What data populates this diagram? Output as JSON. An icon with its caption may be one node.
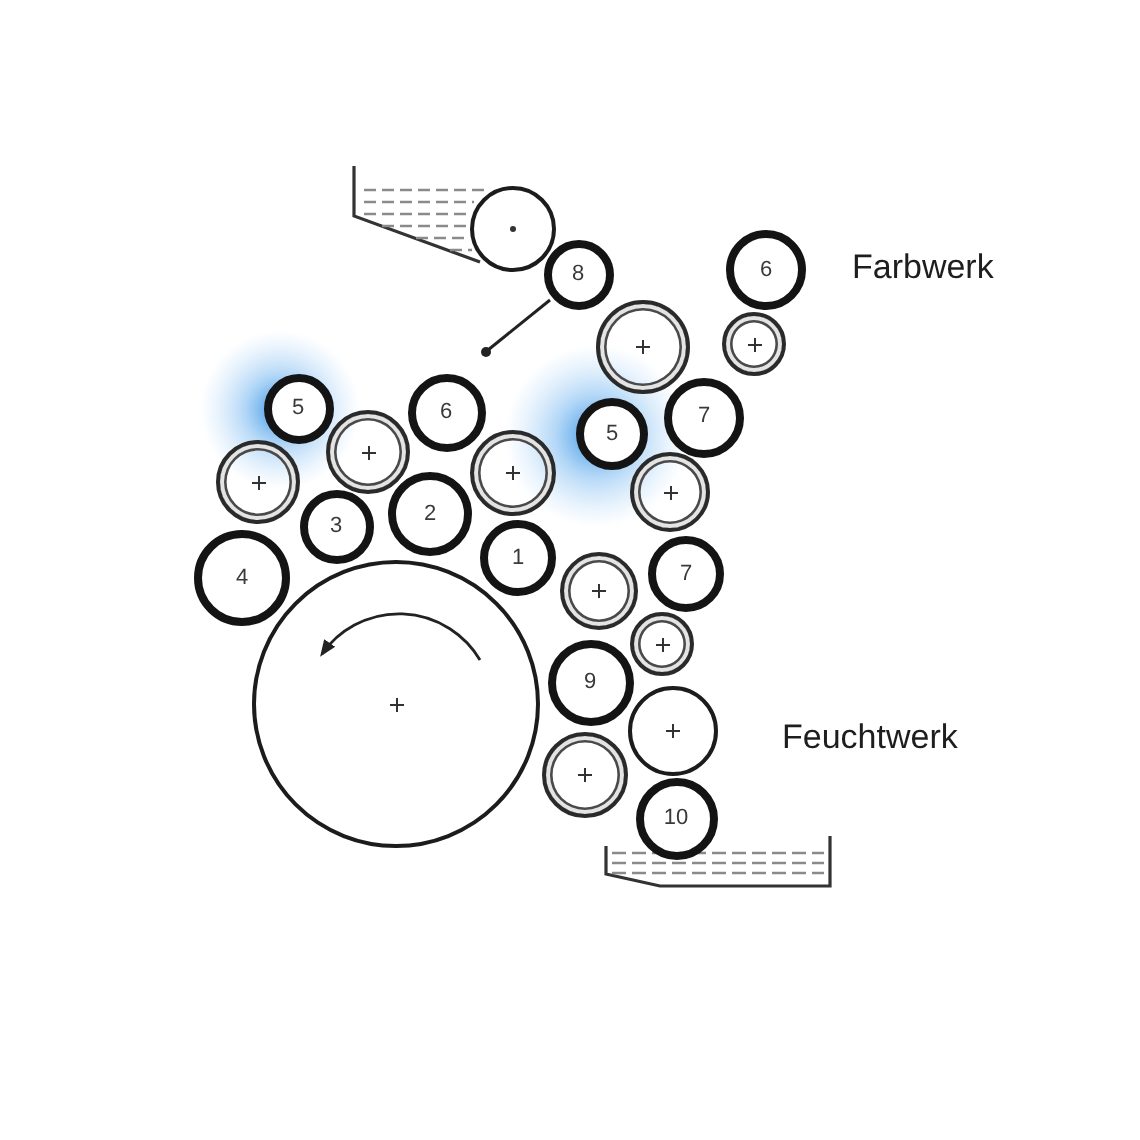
{
  "diagram": {
    "nodes": [
      {
        "text": [],
        "shape": "circle"
      },
      {
        "text": [
          "8"
        ]
      },
      {
        "text": [
          "6"
        ]
      },
      {
        "text": [],
        "shape": "circle"
      },
      {
        "text": [],
        "shape": "circle"
      },
      {
        "text": [
          "5"
        ]
      },
      {
        "text": [
          "6"
        ]
      },
      {
        "text": [
          "7"
        ]
      },
      {
        "text": [
          "5"
        ]
      },
      {
        "text": [],
        "shape": "circle"
      },
      {
        "text": [],
        "shape": "circle"
      },
      {
        "text": [],
        "shape": "circle"
      },
      {
        "text": [],
        "shape": "circle"
      },
      {
        "text": [
          "2"
        ]
      },
      {
        "text": [
          "3"
        ]
      },
      {
        "text": [
          "1"
        ]
      },
      {
        "text": [
          "7"
        ]
      },
      {
        "text": [
          "4"
        ]
      },
      {
        "text": [],
        "shape": "circle"
      },
      {
        "text": [],
        "shape": "circle"
      },
      {
        "text": [
          "9"
        ]
      },
      {
        "text": [],
        "shape": "circle"
      },
      {
        "text": [],
        "shape": "circle"
      },
      {
        "text": [],
        "shape": "circle"
      },
      {
        "text": [
          "10"
        ]
      }
    ],
    "labels": [
      "Farbwerk",
      "Feuchtwerk"
    ]
  }
}
